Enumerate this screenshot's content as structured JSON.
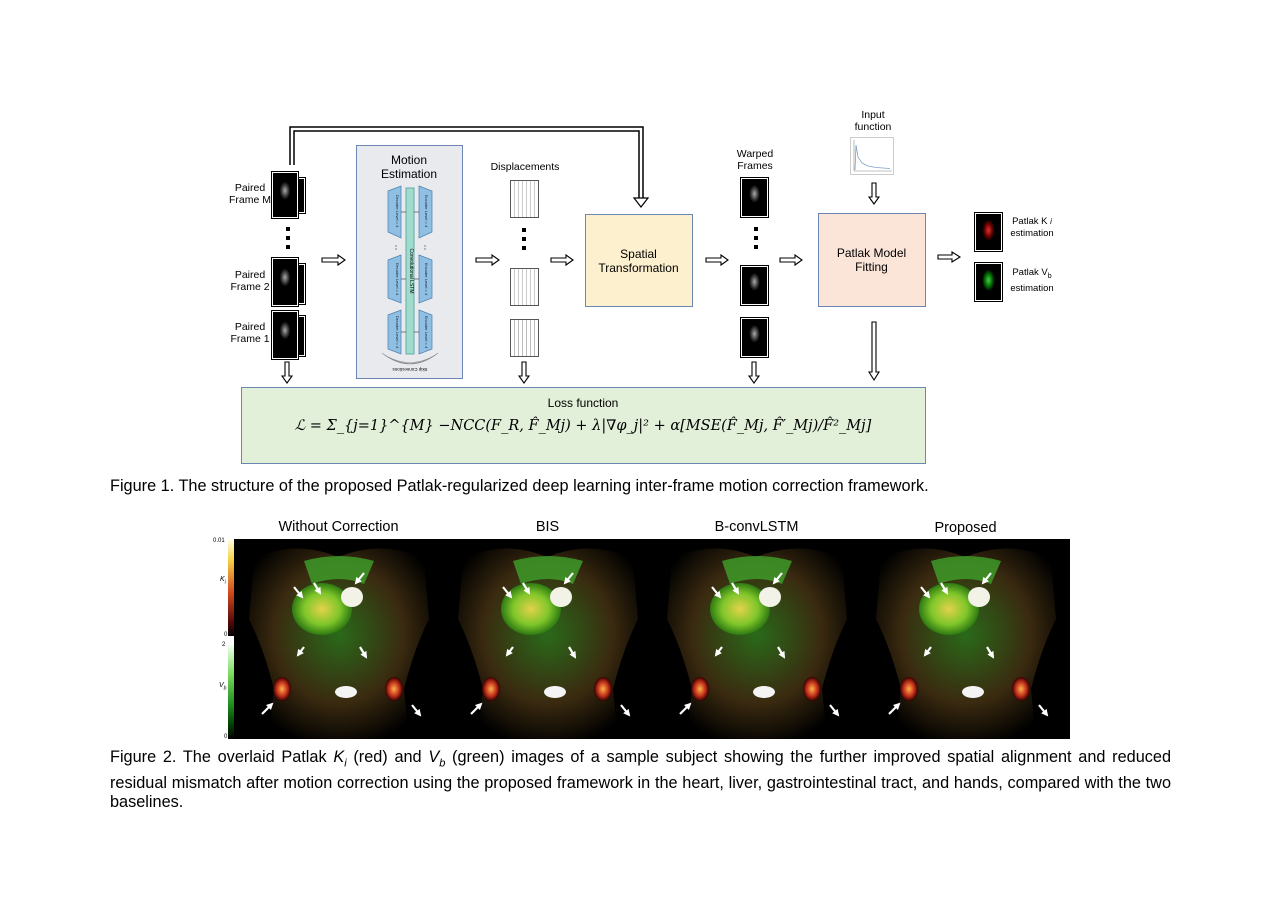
{
  "figure1": {
    "inputs": [
      {
        "label_line1": "Paired",
        "label_line2": "Frame M"
      },
      {
        "label_line1": "Paired",
        "label_line2": "Frame 2"
      },
      {
        "label_line1": "Paired",
        "label_line2": "Frame 1"
      }
    ],
    "motion_estimation": {
      "title_line1": "Motion",
      "title_line2": "Estimation",
      "decoder_label": "Decoder Level = 4",
      "encoder_label": "Encoder Level = 4",
      "lstm_label": "Convolutional LSTM",
      "skip_label": "Skip Connections"
    },
    "displacements_label": "Displacements",
    "spatial_transformation": {
      "line1": "Spatial",
      "line2": "Transformation"
    },
    "warped_frames": {
      "line1": "Warped",
      "line2": "Frames"
    },
    "input_function": {
      "line1": "Input",
      "line2": "function"
    },
    "patlak_fitting": {
      "line1": "Patlak Model",
      "line2": "Fitting"
    },
    "outputs": {
      "ki_line1": "Patlak K",
      "ki_sub": "i",
      "ki_line2": "estimation",
      "vb_line1": "Patlak V",
      "vb_sub": "b",
      "vb_line2": "estimation"
    },
    "loss": {
      "title": "Loss function",
      "formula_text": "ℒ = Σ_{j=1}^{M} −NCC(F_R, F̂_Mj) + λ|∇φ_j|² + α[MSE(F̂_Mj, F̂′_Mj)/F̂²_Mj]"
    },
    "caption": "Figure 1. The structure of the proposed Patlak-regularized deep learning inter-frame motion correction framework."
  },
  "figure2": {
    "columns": [
      "Without Correction",
      "BIS",
      "B-convLSTM",
      "Proposed"
    ],
    "colorbar_ki": {
      "max": "0.01",
      "min": "0",
      "label": "K",
      "sub": "i"
    },
    "colorbar_vb": {
      "max": "2",
      "min": "0",
      "label": "V",
      "sub": "b"
    },
    "caption_pre": "Figure 2. The overlaid Patlak ",
    "caption_ki": "K",
    "caption_ki_sub": "i",
    "caption_mid": " (red) and ",
    "caption_vb": "V",
    "caption_vb_sub": "b",
    "caption_post": " (green) images of a sample subject showing the further improved spatial alignment and reduced residual mismatch after motion correction using the proposed framework in the heart, liver, gastrointestinal tract, and hands, compared with the two baselines."
  },
  "colors": {
    "box_border": "#6b86b0",
    "motion_bg": "#e8eaee",
    "spatial_bg": "#fdf0cf",
    "patlak_bg": "#fbe4d8",
    "loss_bg": "#e2efd9",
    "decoder_blue": "#8fbfe3",
    "lstm_green": "#9fdccc"
  }
}
